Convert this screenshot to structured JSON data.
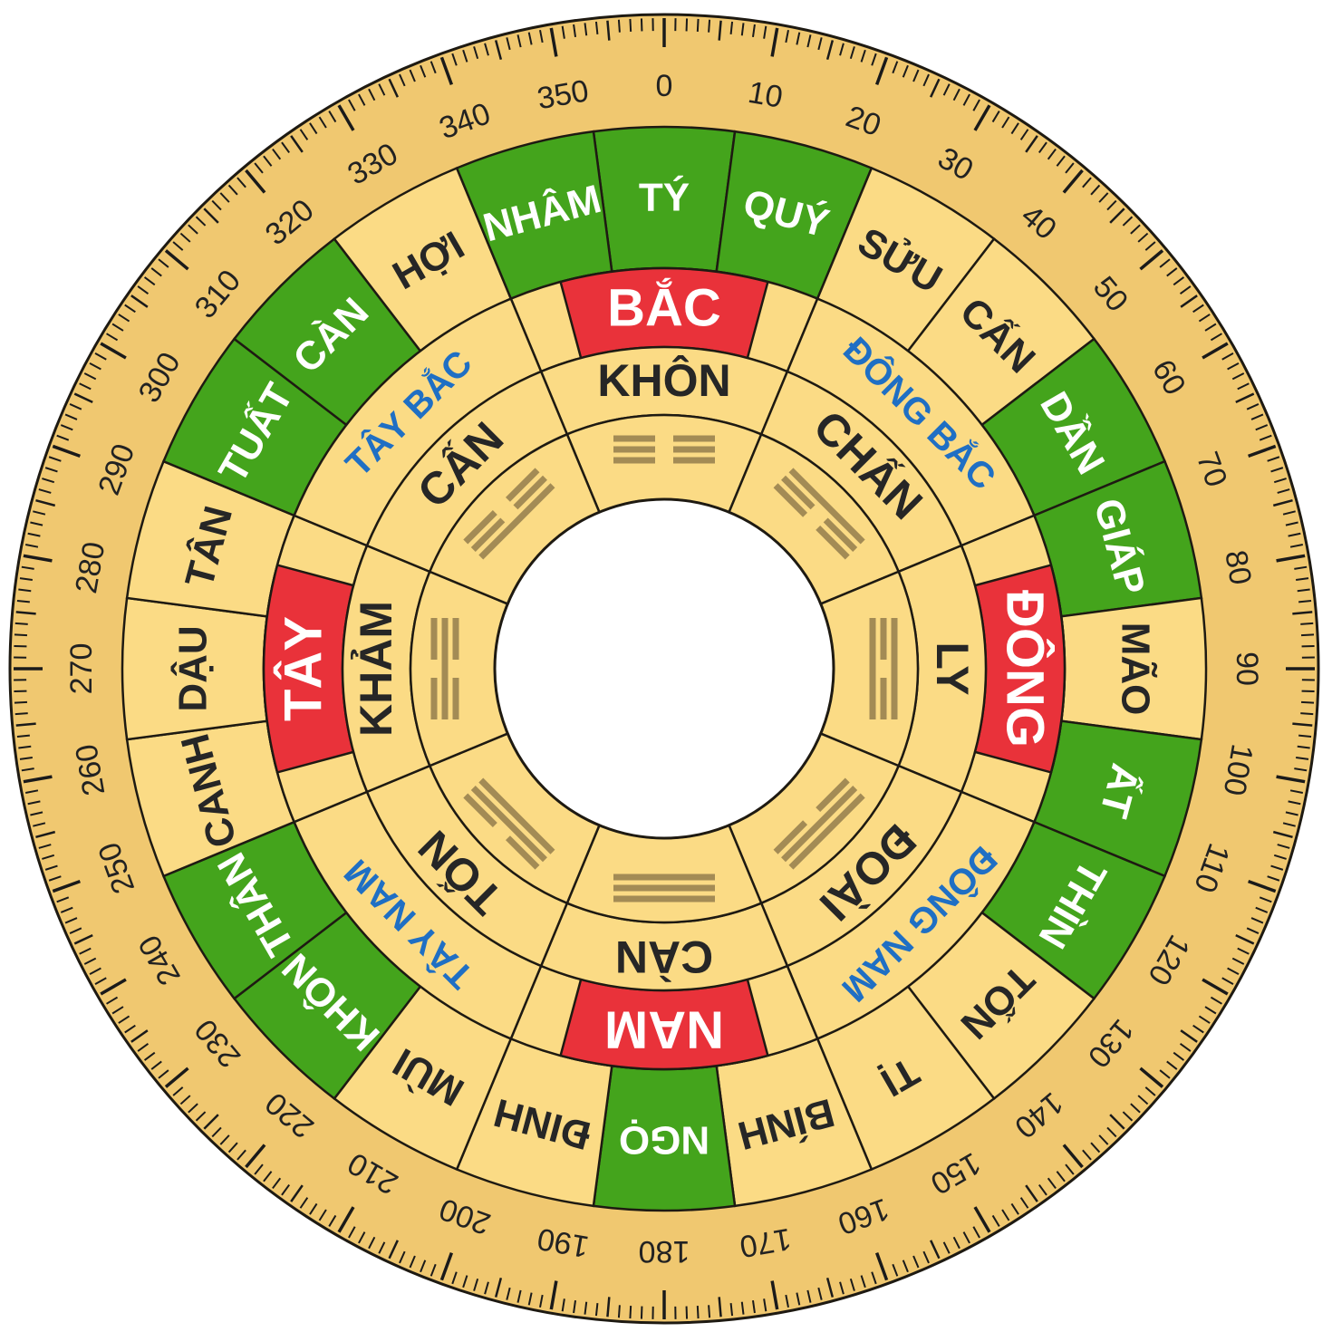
{
  "colors": {
    "outer_ring": "#f0c870",
    "panel": "#fbdb85",
    "green": "#44a41c",
    "red": "#e9323a",
    "border": "#1e1a12",
    "blue_text": "#1f6fc4",
    "dark_text": "#262626",
    "white_text": "#ffffff",
    "trigram": "#a38b55",
    "tick": "#1a1a1a",
    "center": "#ffffff"
  },
  "degree_labels": [
    "0",
    "10",
    "20",
    "30",
    "40",
    "50",
    "60",
    "70",
    "80",
    "90",
    "100",
    "110",
    "120",
    "130",
    "140",
    "150",
    "160",
    "170",
    "180",
    "190",
    "200",
    "210",
    "220",
    "230",
    "240",
    "250",
    "260",
    "270",
    "280",
    "290",
    "300",
    "310",
    "320",
    "330",
    "340",
    "350"
  ],
  "mountains": [
    {
      "angle": 0,
      "label": "TÝ",
      "color": "green"
    },
    {
      "angle": 15,
      "label": "QUÝ",
      "color": "green"
    },
    {
      "angle": 30,
      "label": "SỬU",
      "color": "panel"
    },
    {
      "angle": 45,
      "label": "CẤN",
      "color": "panel"
    },
    {
      "angle": 60,
      "label": "DẦN",
      "color": "green"
    },
    {
      "angle": 75,
      "label": "GIÁP",
      "color": "green"
    },
    {
      "angle": 90,
      "label": "MÃO",
      "color": "panel"
    },
    {
      "angle": 105,
      "label": "ẤT",
      "color": "green"
    },
    {
      "angle": 120,
      "label": "THÌN",
      "color": "green"
    },
    {
      "angle": 135,
      "label": "TỐN",
      "color": "panel"
    },
    {
      "angle": 150,
      "label": "TỊ",
      "color": "panel"
    },
    {
      "angle": 165,
      "label": "BÍNH",
      "color": "panel"
    },
    {
      "angle": 180,
      "label": "NGỌ",
      "color": "green"
    },
    {
      "angle": 195,
      "label": "ĐINH",
      "color": "panel"
    },
    {
      "angle": 210,
      "label": "MÙI",
      "color": "panel"
    },
    {
      "angle": 225,
      "label": "KHÔN",
      "color": "green"
    },
    {
      "angle": 240,
      "label": "THÂN",
      "color": "green"
    },
    {
      "angle": 255,
      "label": "CANH",
      "color": "panel"
    },
    {
      "angle": 270,
      "label": "DẬU",
      "color": "panel"
    },
    {
      "angle": 285,
      "label": "TÂN",
      "color": "panel"
    },
    {
      "angle": 300,
      "label": "TUẤT",
      "color": "green"
    },
    {
      "angle": 315,
      "label": "CÀN",
      "color": "green"
    },
    {
      "angle": 330,
      "label": "HỢI",
      "color": "panel"
    },
    {
      "angle": 345,
      "label": "NHÂM",
      "color": "green"
    }
  ],
  "directions": [
    {
      "angle": 0,
      "label": "BẮC",
      "main": true
    },
    {
      "angle": 45,
      "label": "ĐÔNG BẮC",
      "main": false
    },
    {
      "angle": 90,
      "label": "ĐÔNG",
      "main": true
    },
    {
      "angle": 135,
      "label": "ĐÔNG NAM",
      "main": false
    },
    {
      "angle": 180,
      "label": "NAM",
      "main": true
    },
    {
      "angle": 225,
      "label": "TÂY NAM",
      "main": false
    },
    {
      "angle": 270,
      "label": "TÂY",
      "main": true
    },
    {
      "angle": 315,
      "label": "TÂY BẮC",
      "main": false
    }
  ],
  "trigrams": [
    {
      "angle": 0,
      "label": "KHÔN",
      "lines": [
        0,
        0,
        0
      ]
    },
    {
      "angle": 45,
      "label": "CHẤN",
      "lines": [
        1,
        0,
        0
      ]
    },
    {
      "angle": 90,
      "label": "LY",
      "lines": [
        1,
        0,
        1
      ]
    },
    {
      "angle": 135,
      "label": "ĐOÀI",
      "lines": [
        1,
        1,
        0
      ]
    },
    {
      "angle": 180,
      "label": "CÀN",
      "lines": [
        1,
        1,
        1
      ]
    },
    {
      "angle": 225,
      "label": "TỐN",
      "lines": [
        0,
        1,
        1
      ]
    },
    {
      "angle": 270,
      "label": "KHẢM",
      "lines": [
        0,
        1,
        0
      ]
    },
    {
      "angle": 315,
      "label": "CẤN",
      "lines": [
        0,
        0,
        1
      ]
    }
  ]
}
